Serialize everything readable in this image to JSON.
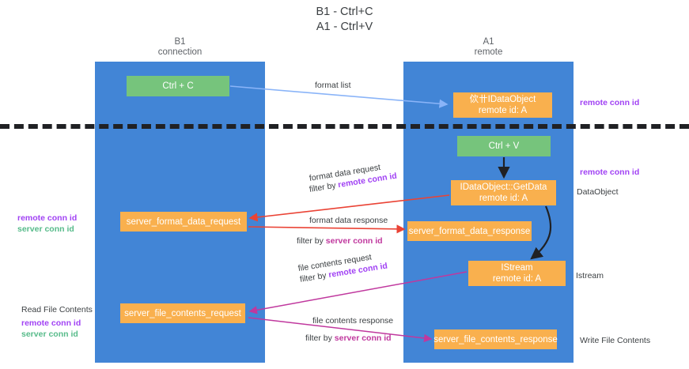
{
  "title": "B1 - Ctrl+C\nA1 - Ctrl+V",
  "columns": {
    "left": "B1\nconnection",
    "right": "A1\nremote"
  },
  "nodes": {
    "ctrl_c": {
      "line1": "Ctrl + C",
      "line2": "",
      "color": "#76c47c"
    },
    "idataobject": {
      "line1": "佽〹IDataObject",
      "line2": "remote id: A",
      "color": "#f9b04e"
    },
    "ctrl_v": {
      "line1": "Ctrl + V",
      "line2": "",
      "color": "#76c47c"
    },
    "getdata": {
      "line1": "IDataObject::GetData",
      "line2": "remote id: A",
      "color": "#f9b04e"
    },
    "server_format_data_request": {
      "line1": "server_format_data_request",
      "line2": "",
      "color": "#f9b04e"
    },
    "server_format_data_response": {
      "line1": "server_format_data_response",
      "line2": "",
      "color": "#f9b04e"
    },
    "istream": {
      "line1": "IStream",
      "line2": "remote id: A",
      "color": "#f9b04e"
    },
    "server_file_contents_request": {
      "line1": "server_file_contents_request",
      "line2": "",
      "color": "#f9b04e"
    },
    "server_file_contents_response": {
      "line1": "server_file_contents_response",
      "line2": "",
      "color": "#f9b04e"
    }
  },
  "edges": {
    "format_list": "format list",
    "format_data_request": "format data request",
    "format_data_request_filter_prefix": "filter by ",
    "format_data_request_filter_key": "remote conn id",
    "format_data_response": "format data response",
    "format_data_response_filter_prefix": "filter by ",
    "format_data_response_filter_key": "server conn id",
    "file_contents_request": "file contents request",
    "file_contents_request_filter_prefix": "filter by ",
    "file_contents_request_filter_key": "remote conn id",
    "file_contents_response": "file contents response",
    "file_contents_response_filter_prefix": "filter by ",
    "file_contents_response_filter_key": "server conn id"
  },
  "annotations": {
    "right_remote_conn_top": "remote conn id",
    "right_remote_conn_mid": "remote conn id",
    "right_dataobject": "DataObject",
    "right_istream": "Istream",
    "right_write_file_contents": "Write File Contents",
    "left_remote_conn": "remote conn id",
    "left_server_conn": "server conn id",
    "left_read_file_contents": "Read File Contents",
    "left_remote_conn_2": "remote conn id",
    "left_server_conn_2": "server conn id"
  },
  "colors": {
    "lane": "#4285d6",
    "green_node": "#76c47c",
    "orange_node": "#f9b04e",
    "purple_key": "#a142f4",
    "green_key": "#57bb8a",
    "magenta_key": "#c0389e",
    "arrow_blue": "#8ab4f8",
    "arrow_red": "#ea4335",
    "arrow_magenta": "#c0389e",
    "arrow_black": "#202124",
    "divider": "#202124"
  }
}
